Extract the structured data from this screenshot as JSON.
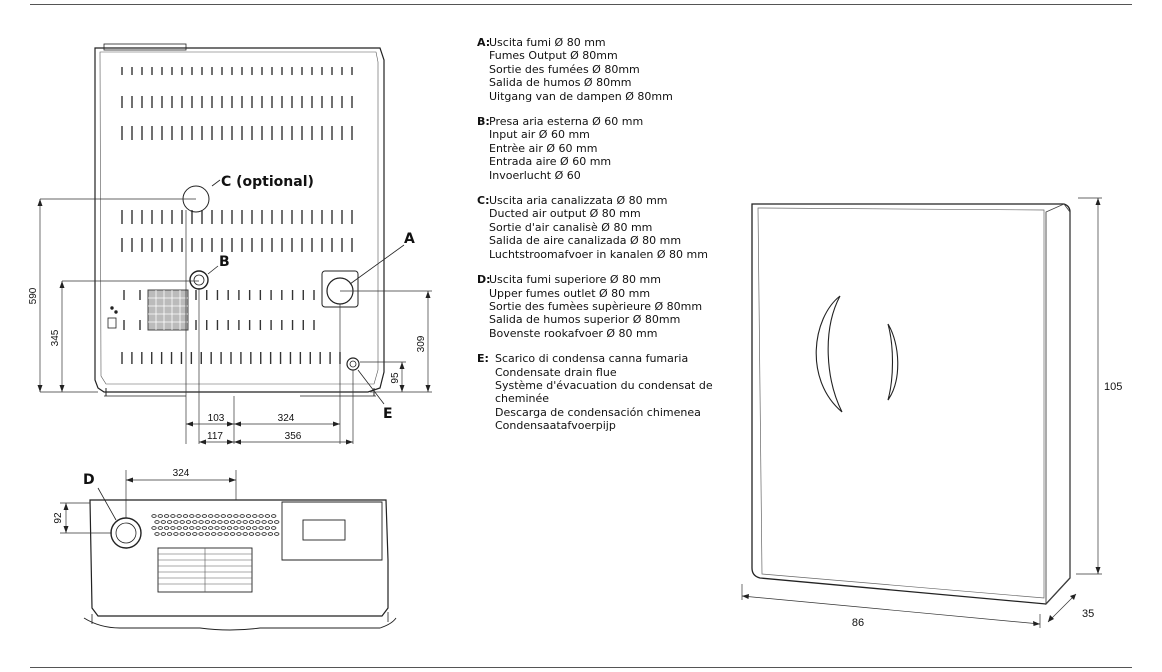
{
  "labels": {
    "a": "A",
    "b": "B",
    "c": "C (optional)",
    "d": "D",
    "e": "E"
  },
  "dimensions": {
    "h590": "590",
    "h345": "345",
    "h309": "309",
    "h95": "95",
    "w103": "103",
    "w324": "324",
    "w117": "117",
    "w356": "356",
    "top324": "324",
    "top92": "92",
    "iso105": "105",
    "iso86": "86",
    "iso35": "35"
  },
  "legend": [
    {
      "key": "A:",
      "lines": [
        "Uscita fumi Ø 80 mm",
        "Fumes Output Ø 80mm",
        "Sortie des fumées Ø 80mm",
        "Salida de humos Ø 80mm",
        "Uitgang van de dampen Ø 80mm"
      ]
    },
    {
      "key": "B:",
      "lines": [
        "Presa aria esterna Ø 60 mm",
        "Input air Ø 60 mm",
        "Entrèe air Ø 60 mm",
        "Entrada aire Ø 60 mm",
        "Invoerlucht Ø 60"
      ]
    },
    {
      "key": "C:",
      "lines": [
        "Uscita aria canalizzata Ø 80 mm",
        "Ducted air output Ø 80 mm",
        "Sortie d'air canalisè Ø 80 mm",
        "Salida de aire canalizada Ø 80 mm",
        "Luchtstroomafvoer in kanalen Ø 80 mm"
      ]
    },
    {
      "key": "D:",
      "lines": [
        "Uscita fumi superiore Ø 80 mm",
        "Upper fumes outlet Ø 80 mm",
        "Sortie des fumèes supèrieure Ø 80mm",
        "Salida de humos superior Ø 80mm",
        "Bovenste rookafvoer Ø 80 mm"
      ]
    },
    {
      "key": "E:",
      "lines": [
        "Scarico di condensa canna fumaria",
        "Condensate drain flue",
        "Système d'évacuation du condensat de cheminée",
        "Descarga de condensación chimenea",
        "Condensaatafvoerpijp"
      ]
    }
  ]
}
